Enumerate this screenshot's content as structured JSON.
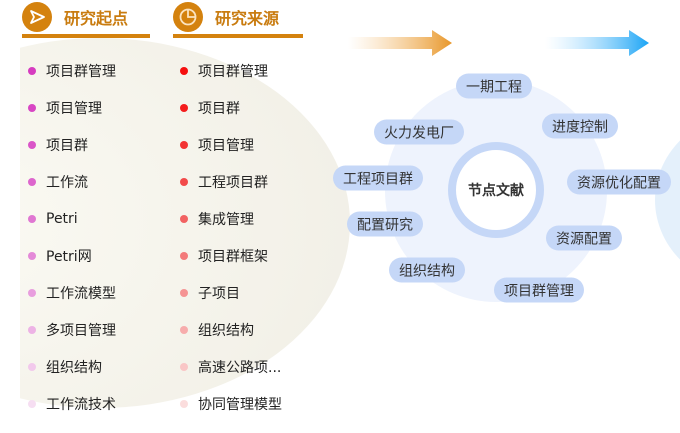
{
  "headers": {
    "start": "研究起点",
    "source": "研究来源"
  },
  "colors": {
    "accent": "#d4820e",
    "pill": "#c5d7f7"
  },
  "start_items": [
    "项目群管理",
    "项目管理",
    "项目群",
    "工作流",
    "Petri",
    "Petri网",
    "工作流模型",
    "多项目管理",
    "组织结构",
    "工作流技术"
  ],
  "source_items": [
    "项目群管理",
    "项目群",
    "项目管理",
    "工程项目群",
    "集成管理",
    "项目群框架",
    "子项目",
    "组织结构",
    "高速公路项...",
    "协同管理模型"
  ],
  "center": {
    "label": "节点文献",
    "nodes": [
      "一期工程",
      "进度控制",
      "火力发电厂",
      "工程项目群",
      "资源优化配置",
      "配置研究",
      "资源配置",
      "组织结构",
      "项目群管理"
    ]
  }
}
